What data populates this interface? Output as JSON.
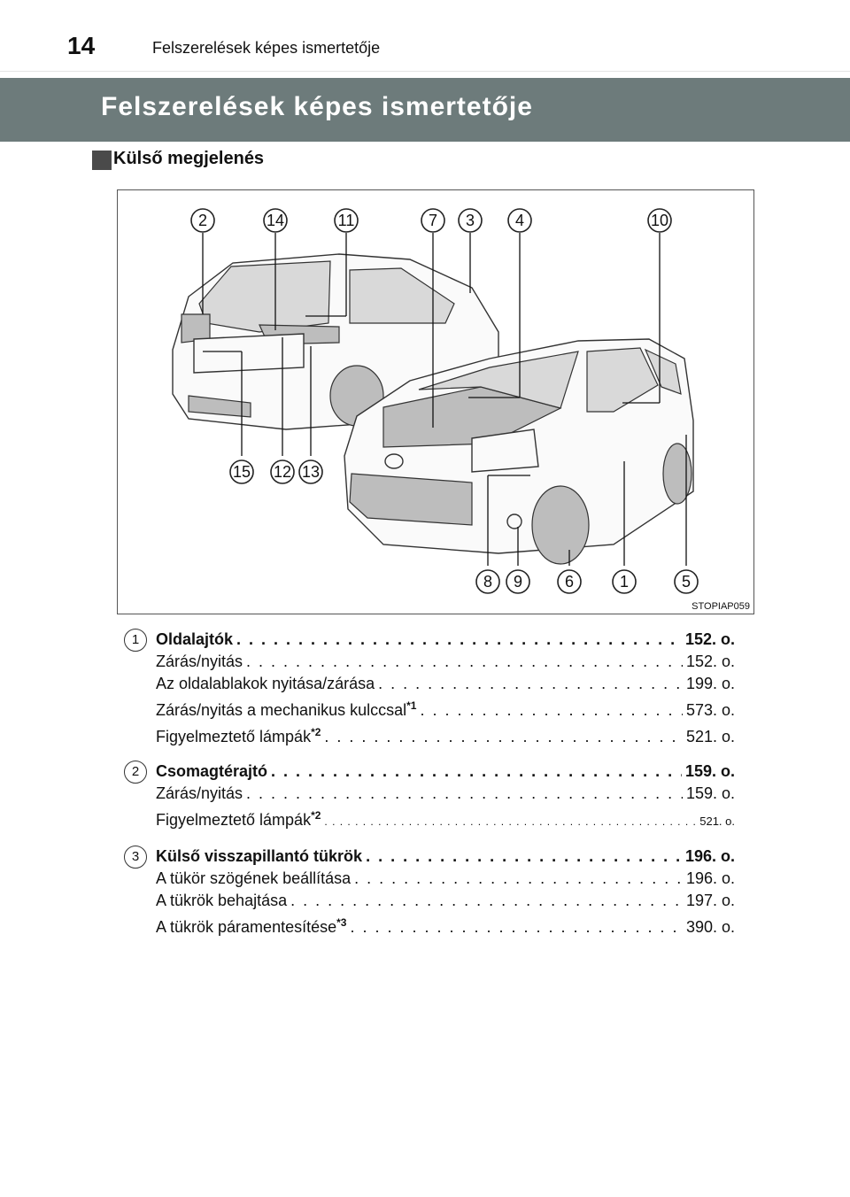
{
  "header": {
    "page_number": "14",
    "running_title": "Felszerelések képes ismertetője"
  },
  "title": "Felszerelések képes ismertetője",
  "section": "Külső megjelenés",
  "figure": {
    "code": "STOPIAP059",
    "callouts_top": [
      "2",
      "14",
      "11",
      "7",
      "3",
      "4",
      "10"
    ],
    "callouts_middle": [
      "15",
      "12",
      "13"
    ],
    "callouts_bottom": [
      "8",
      "9",
      "6",
      "1",
      "5"
    ]
  },
  "entries": [
    {
      "num": "1",
      "heading": {
        "label": "Oldalajtók",
        "page": "152. o."
      },
      "items": [
        {
          "label": "Zárás/nyitás",
          "sup": "",
          "page": "152. o."
        },
        {
          "label": "Az oldalablakok nyitása/zárása",
          "sup": "",
          "page": "199. o."
        },
        {
          "label": "Zárás/nyitás a mechanikus kulccsal",
          "sup": "*1",
          "page": "573. o."
        },
        {
          "label": "Figyelmeztető lámpák",
          "sup": "*2",
          "page": "521. o."
        }
      ]
    },
    {
      "num": "2",
      "heading": {
        "label": "Csomagtérajtó",
        "page": "159. o."
      },
      "items": [
        {
          "label": "Zárás/nyitás",
          "sup": "",
          "page": "159. o."
        },
        {
          "label": "Figyelmeztető lámpák",
          "sup": "*2",
          "page": "521. o."
        }
      ]
    },
    {
      "num": "3",
      "heading": {
        "label": "Külső visszapillantó tükrök",
        "page": "196. o."
      },
      "items": [
        {
          "label": "A tükör szögének beállítása",
          "sup": "",
          "page": "196. o."
        },
        {
          "label": "A tükrök behajtása",
          "sup": "",
          "page": "197. o."
        },
        {
          "label": "A tükrök páramentesítése",
          "sup": "*3",
          "page": "390. o."
        }
      ]
    }
  ]
}
